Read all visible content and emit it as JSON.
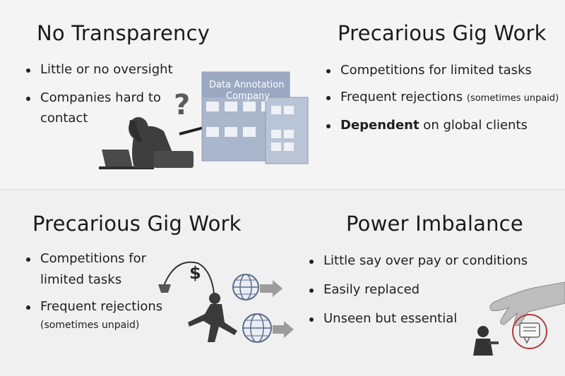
{
  "top_left": {
    "title": "No Transparency",
    "bullets": [
      "Little or no oversight",
      "Companies hard to",
      "contact"
    ]
  },
  "illustration_top": {
    "question_mark": "?",
    "building_label_line1": "Data Annotation",
    "building_label_line2": "Company"
  },
  "top_right": {
    "title": "Precarious Gig Work",
    "bullets": [
      {
        "main": "Competitions for limited tasks",
        "note": ""
      },
      {
        "main": "Frequent rejections",
        "note": "(sometimes unpaid)"
      },
      {
        "main_bold": "Dependent",
        "main": " on global clients"
      }
    ]
  },
  "bottom_left": {
    "title": "Precarious Gig Work",
    "bullets": [
      "Competitions for",
      "limited tasks",
      "Frequent rejections",
      "(sometimes  unpaid)"
    ]
  },
  "illustration_bottom": {
    "dollar": "$"
  },
  "bottom_right": {
    "title": "Power Imbalance",
    "bullets": [
      "Little say over pay or conditions",
      "Easily replaced",
      "Unseen but essential"
    ]
  },
  "colors": {
    "building": "#a9b6cc",
    "building_dark": "#7f8fab",
    "figure": "#3c3c3c",
    "accent_red": "#b23a3a"
  }
}
